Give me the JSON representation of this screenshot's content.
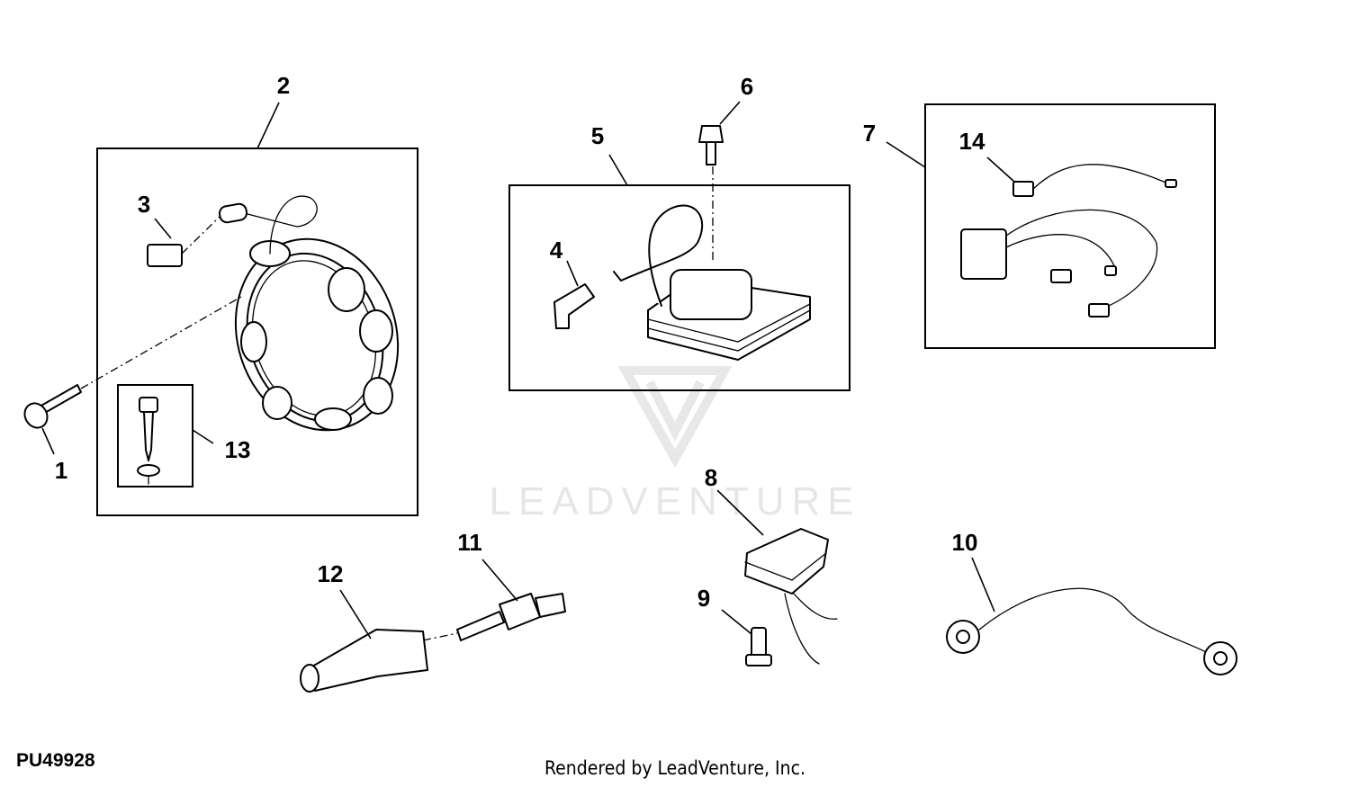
{
  "figure_id": "PU49928",
  "credit": "Rendered by LeadVenture, Inc.",
  "watermark": "LEADVENTURE",
  "callouts": [
    "1",
    "2",
    "3",
    "4",
    "5",
    "6",
    "7",
    "8",
    "9",
    "10",
    "11",
    "12",
    "13",
    "14"
  ]
}
